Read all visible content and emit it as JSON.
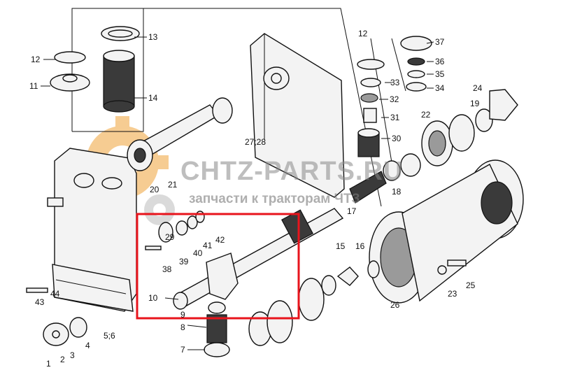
{
  "watermark": {
    "brand": "CHTZ-PARTS.RU",
    "tagline": "запчасти к тракторам ЧТЗ",
    "accent_color": "#f0a43a"
  },
  "labels": {
    "p1": "1",
    "p2": "2",
    "p3": "3",
    "p4": "4",
    "p56": "5;6",
    "p7": "7",
    "p8": "8",
    "p9": "9",
    "p10": "10",
    "p11": "11",
    "p12a": "12",
    "p12b": "12",
    "p13": "13",
    "p14": "14",
    "p15": "15",
    "p16": "16",
    "p17": "17",
    "p18": "18",
    "p19": "19",
    "p20": "20",
    "p21": "21",
    "p22": "22",
    "p23": "23",
    "p24": "24",
    "p25": "25",
    "p26": "26",
    "p2728": "27;28",
    "p29": "29",
    "p30": "30",
    "p31": "31",
    "p32": "32",
    "p33": "33",
    "p34": "34",
    "p35": "35",
    "p36": "36",
    "p37": "37",
    "p38": "38",
    "p39": "39",
    "p40": "40",
    "p41": "41",
    "p42": "42",
    "p43": "43",
    "p44": "44"
  },
  "highlight": {
    "color": "#e8141c"
  }
}
